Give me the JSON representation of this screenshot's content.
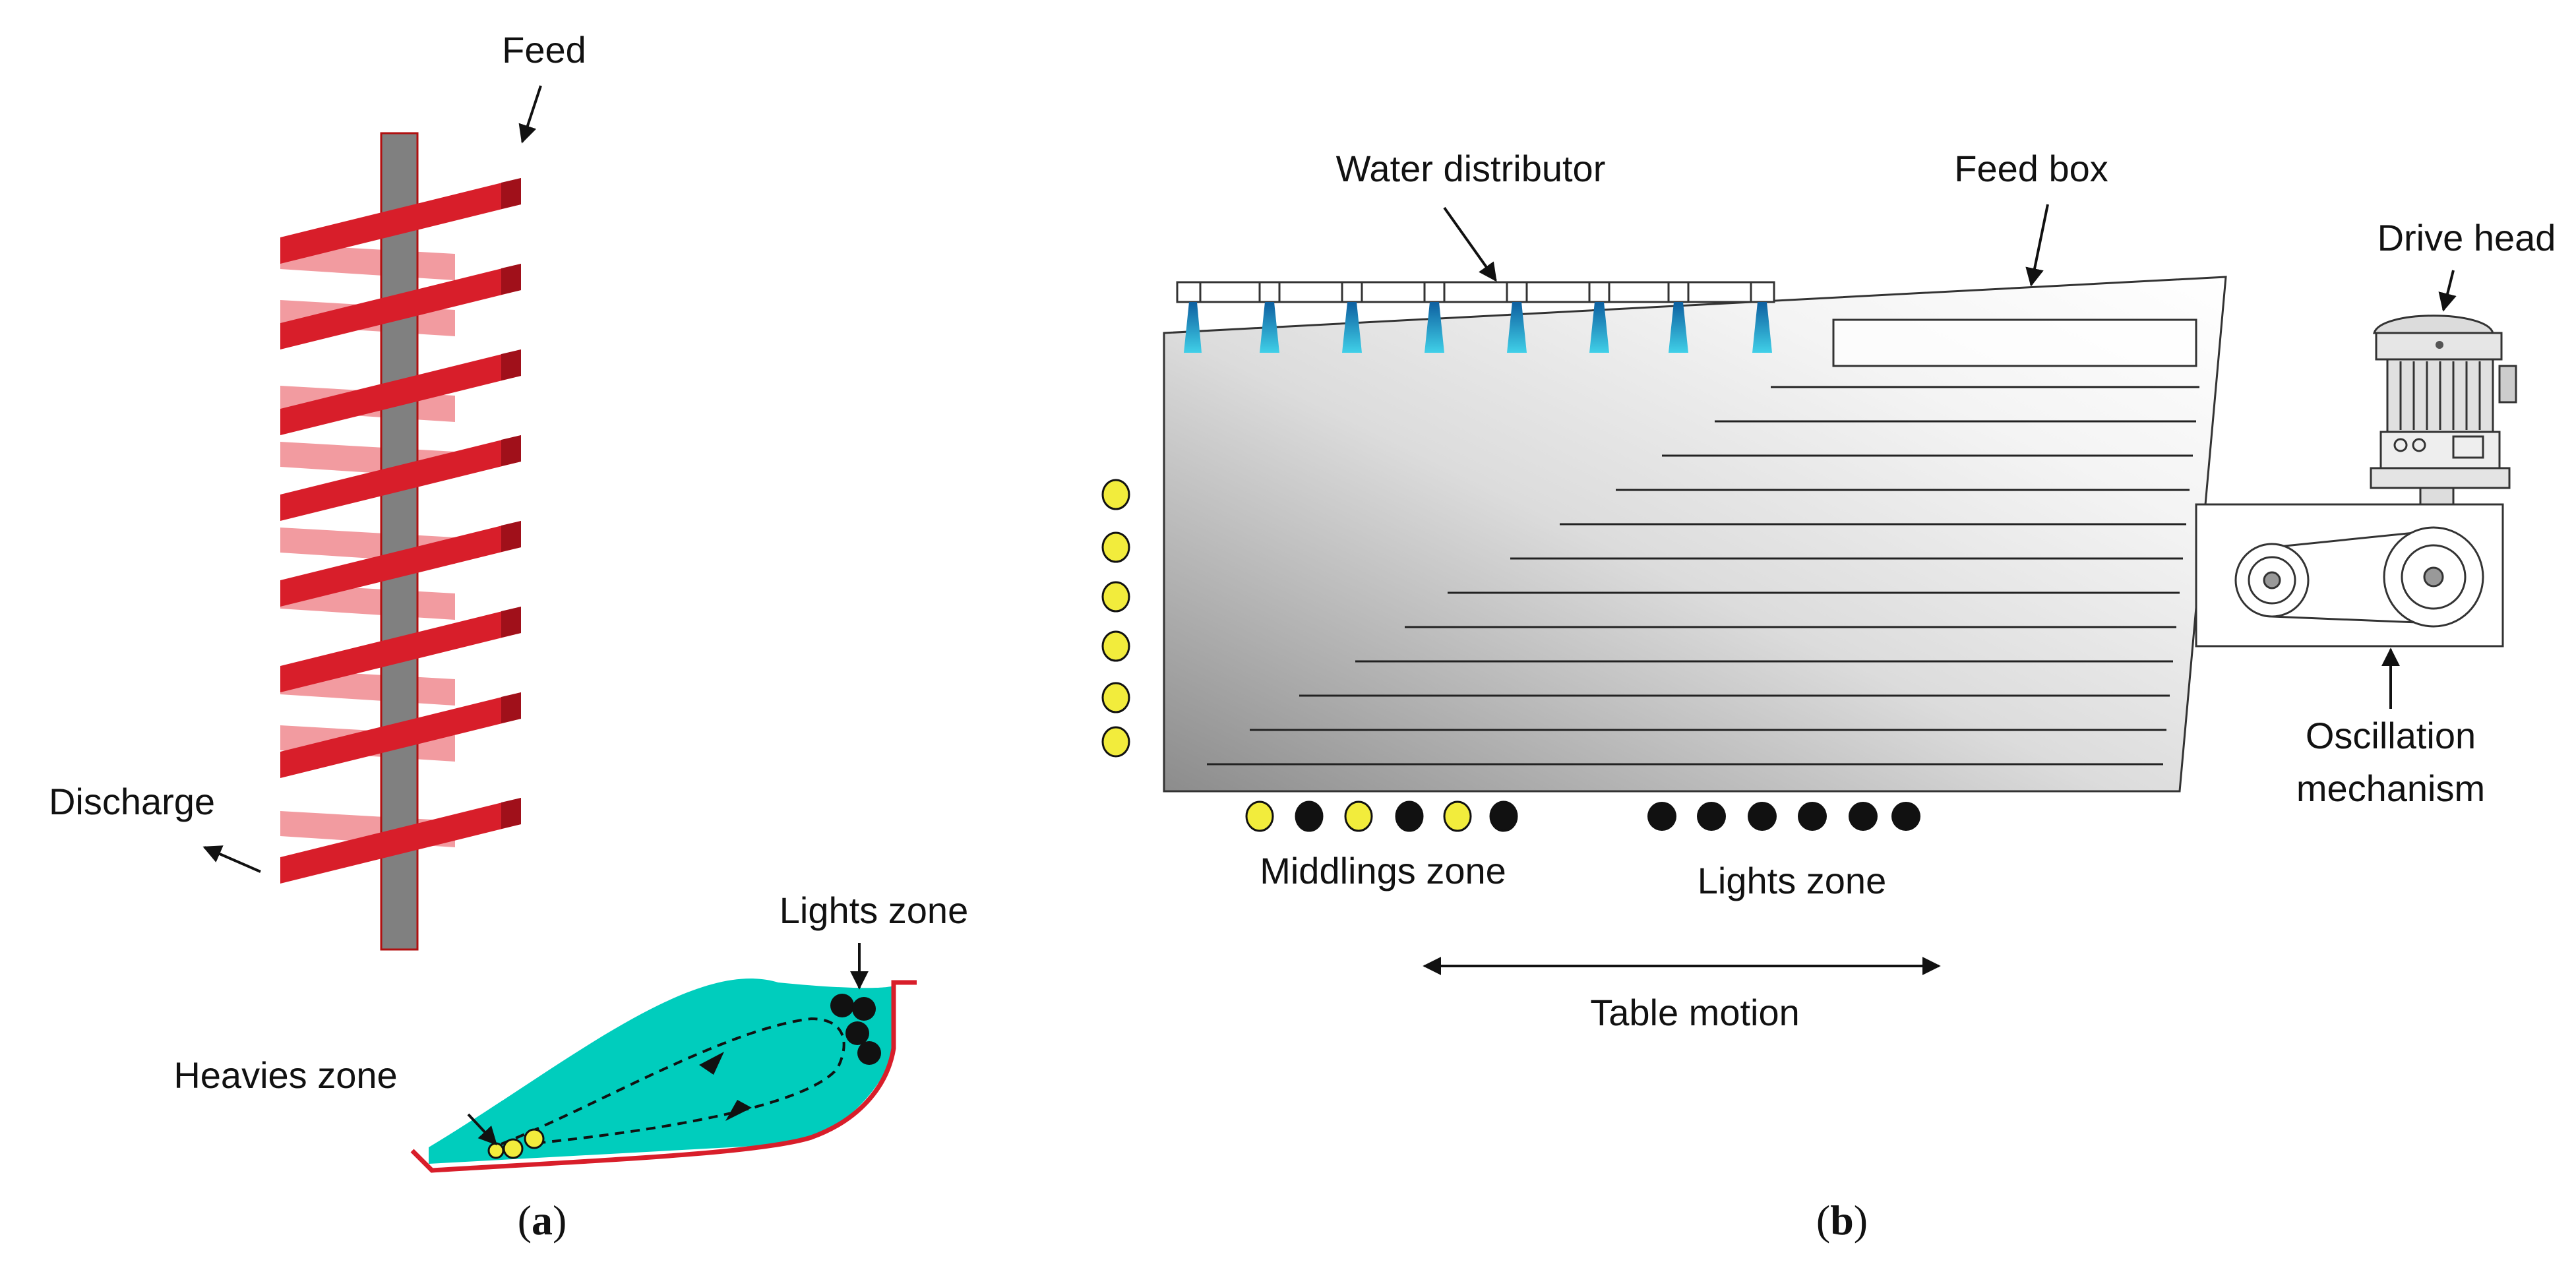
{
  "panel_a": {
    "labels": {
      "feed": "Feed",
      "discharge": "Discharge",
      "lights_zone": "Lights zone",
      "heavies_zone": "Heavies zone"
    },
    "caption": {
      "open": "(",
      "letter": "a",
      "close": ")"
    },
    "colors": {
      "spiral": "#d81e2a",
      "spiral_back": "#f08a90",
      "shaft": "#808080",
      "slurry": "#00cdbd",
      "heavy_particle": "#f2ec3c",
      "light_particle": "#111111"
    }
  },
  "panel_b": {
    "labels": {
      "water_distributor": "Water distributor",
      "feed_box": "Feed box",
      "drive_head": "Drive head",
      "oscillation": "Oscillation",
      "mechanism": "mechanism",
      "middlings_zone": "Middlings zone",
      "lights_zone": "Lights zone",
      "table_motion": "Table motion"
    },
    "caption": {
      "open": "(",
      "letter": "b",
      "close": ")"
    },
    "colors": {
      "nozzle": "#1aa3d6",
      "heavy_particle": "#f2ec3c",
      "light_particle": "#111111",
      "table_dark": "#8a8a8a"
    }
  }
}
